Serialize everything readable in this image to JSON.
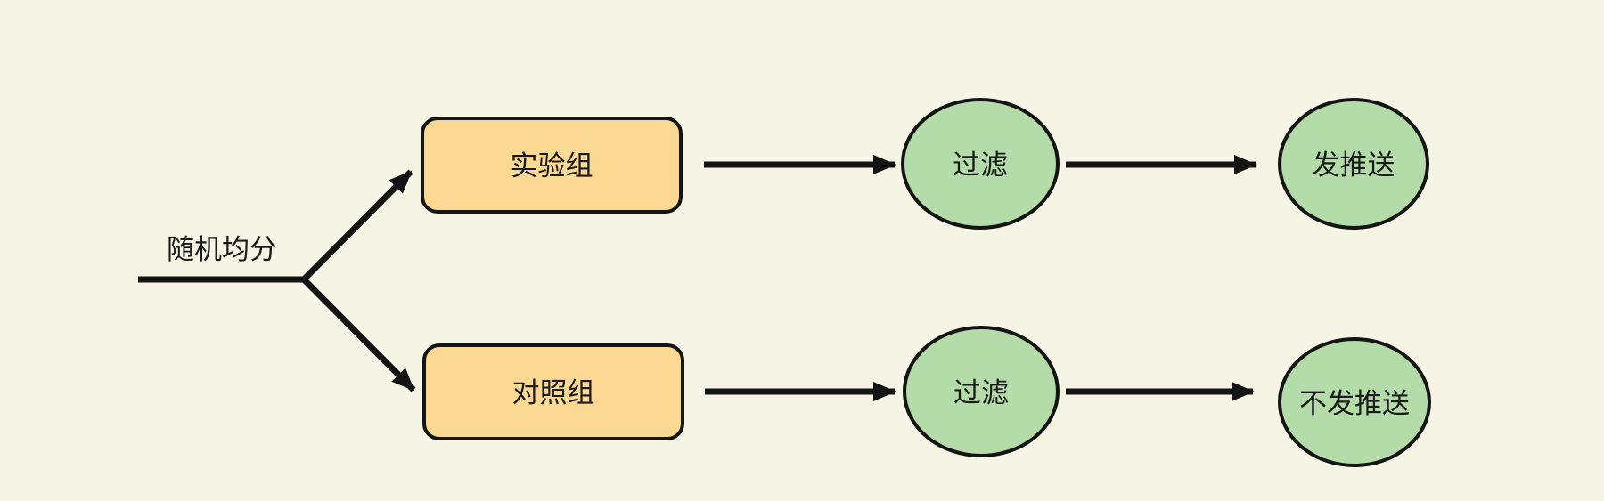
{
  "colors": {
    "background": "#F6F5E5",
    "group_box_fill": "#FBD993",
    "step_circle_fill": "#B4DCA9",
    "line": "#141414"
  },
  "diagram": {
    "split_label": "随机均分",
    "branches": [
      {
        "group_label": "实验组",
        "step1_label": "过滤",
        "step2_label": "发推送"
      },
      {
        "group_label": "对照组",
        "step1_label": "过滤",
        "step2_label": "不发推送"
      }
    ]
  }
}
